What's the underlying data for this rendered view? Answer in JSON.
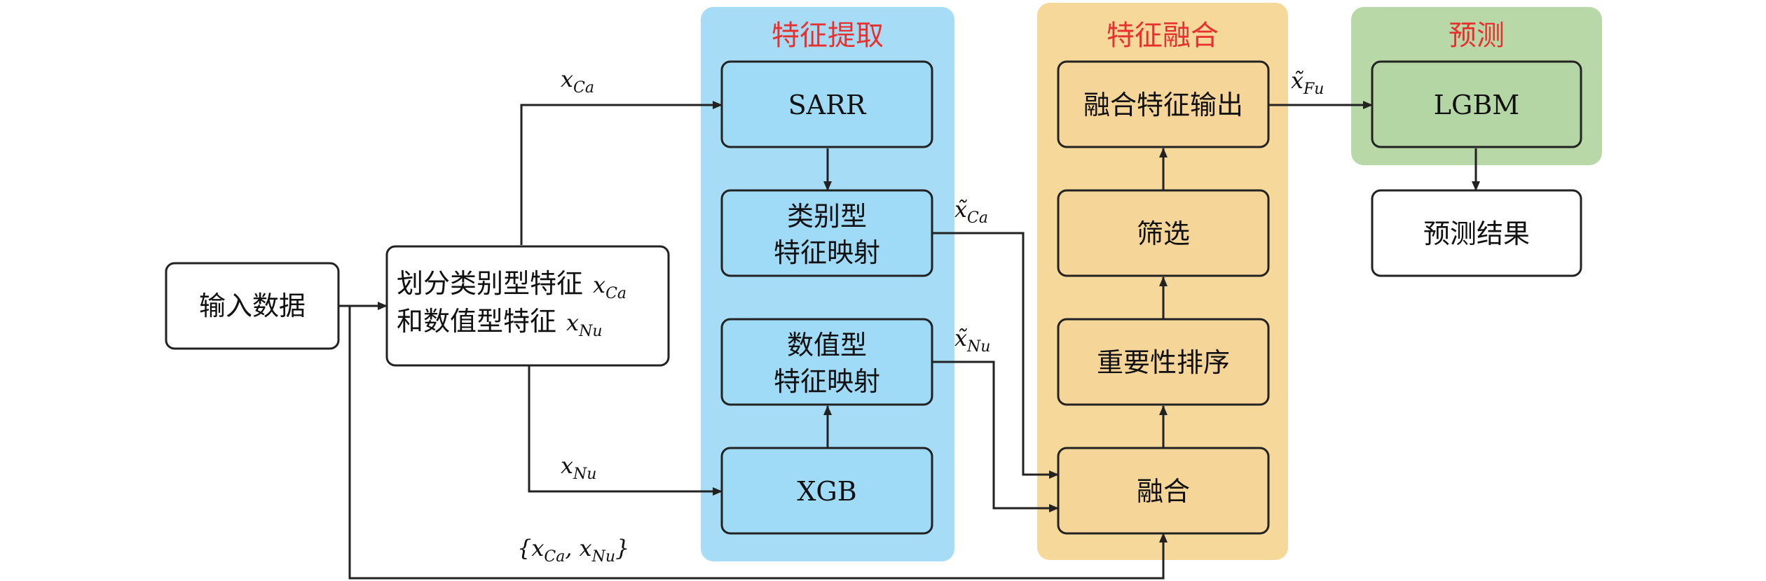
{
  "colors": {
    "extraction_bg": "#a6dcf6",
    "fusion_bg": "#f6d99a",
    "prediction_bg": "#b8d8a8",
    "blue_node": "#9fdaf7",
    "orange_node": "#f6d598",
    "green_node": "#b4d6a4",
    "white_node": "#ffffff",
    "title_red": "#e8302e"
  },
  "groups": {
    "extraction_title": "特征提取",
    "fusion_title": "特征融合",
    "prediction_title": "预测"
  },
  "nodes": {
    "input": "输入数据",
    "split_line1": "划分类别型特征",
    "split_line2": "和数值型特征",
    "sarr": "SARR",
    "cat_map_line1": "类别型",
    "cat_map_line2": "特征映射",
    "num_map_line1": "数值型",
    "num_map_line2": "特征映射",
    "xgb": "XGB",
    "fused_output": "融合特征输出",
    "filter": "筛选",
    "rank": "重要性排序",
    "fuse": "融合",
    "lgbm": "LGBM",
    "result": "预测结果"
  },
  "math": {
    "x": "x",
    "x_tilde": "x̃",
    "sub_ca": "Ca",
    "sub_nu": "Nu",
    "sub_fu": "Fu",
    "brace_open": "{",
    "brace_close": "}",
    "comma": ","
  }
}
